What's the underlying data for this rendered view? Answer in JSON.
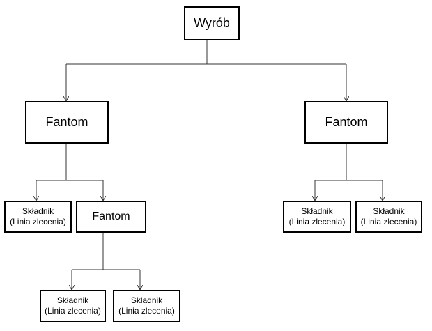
{
  "root": {
    "label": "Wyrób"
  },
  "left_phantom": {
    "label": "Fantom",
    "component": {
      "line1": "Składnik",
      "line2": "(Linia zlecenia)"
    },
    "sub_phantom": {
      "label": "Fantom",
      "components": [
        {
          "line1": "Składnik",
          "line2": "(Linia zlecenia)"
        },
        {
          "line1": "Składnik",
          "line2": "(Linia zlecenia)"
        }
      ]
    }
  },
  "right_phantom": {
    "label": "Fantom",
    "components": [
      {
        "line1": "Składnik",
        "line2": "(Linia zlecenia)"
      },
      {
        "line1": "Składnik",
        "line2": "(Linia zlecenia)"
      }
    ]
  },
  "colors": {
    "line": "#333333",
    "box_border": "#000000"
  }
}
